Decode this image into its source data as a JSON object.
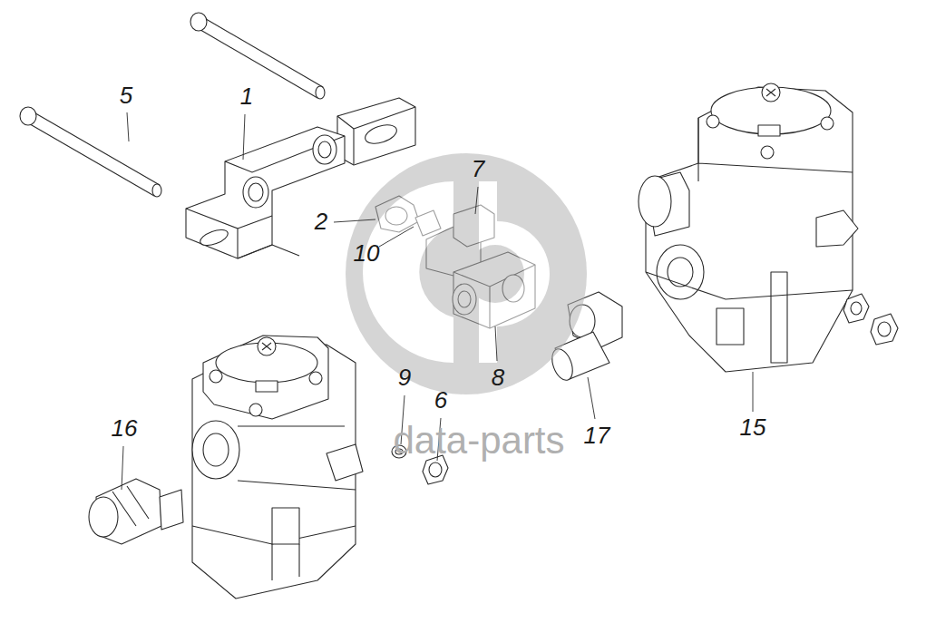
{
  "diagram": {
    "labels": [
      "5",
      "1",
      "7",
      "2",
      "10",
      "9",
      "6",
      "8",
      "17",
      "16",
      "15",
      "data-parts"
    ]
  }
}
